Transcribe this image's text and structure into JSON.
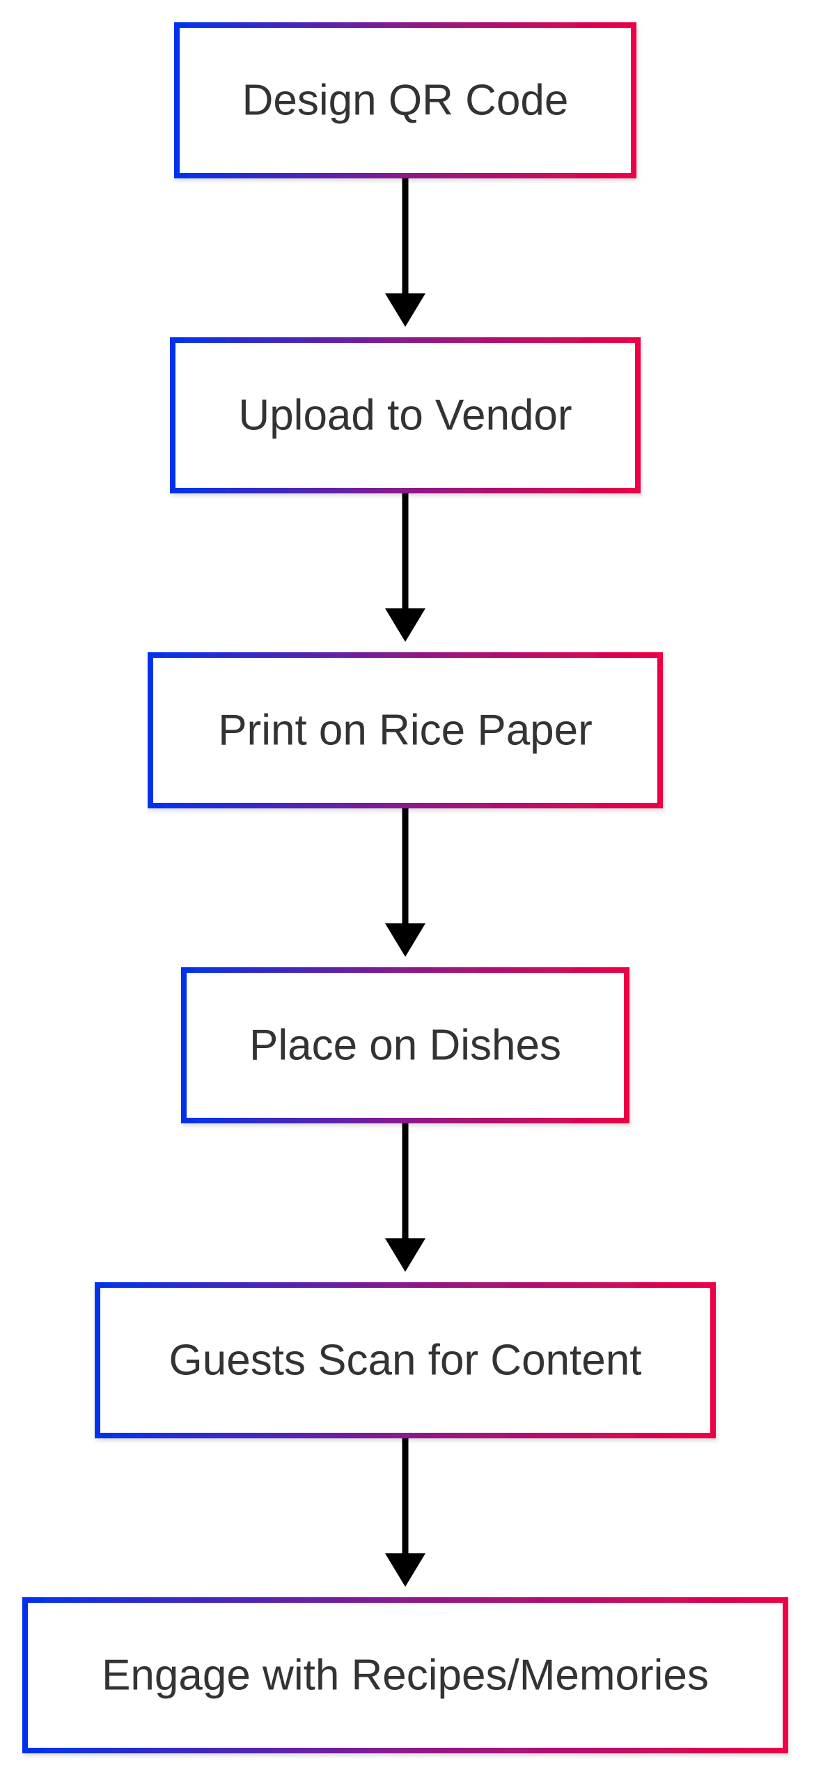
{
  "diagram": {
    "steps": [
      {
        "label": "Design QR Code"
      },
      {
        "label": "Upload to Vendor"
      },
      {
        "label": "Print on Rice Paper"
      },
      {
        "label": "Place on Dishes"
      },
      {
        "label": "Guests Scan for Content"
      },
      {
        "label": "Engage with Recipes/Memories"
      }
    ],
    "colors": {
      "border_start": "#0033ee",
      "border_mid": "#8a1a8a",
      "border_end": "#ee0044",
      "text": "#333333",
      "arrow": "#000000",
      "background": "#ffffff"
    }
  }
}
